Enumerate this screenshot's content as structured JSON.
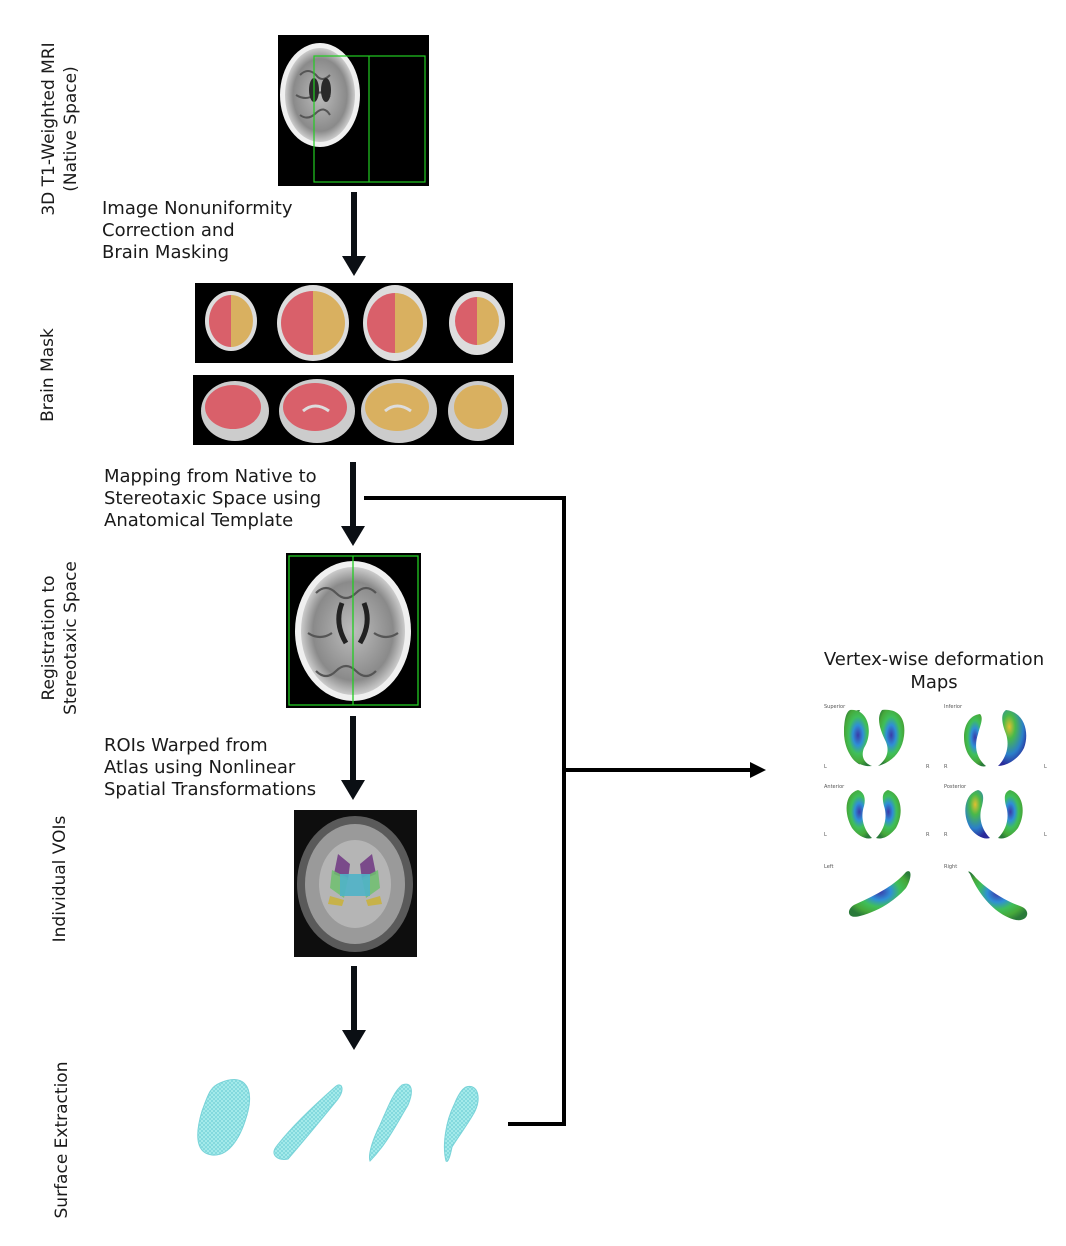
{
  "side_labels": {
    "mri": [
      "3D T1-Weighted MRI",
      "(Native Space)"
    ],
    "brain_mask": "Brain Mask",
    "registration": [
      "Registration to",
      "Stereotaxic Space"
    ],
    "vois": "Individual VOIs",
    "surface": "Surface Extraction"
  },
  "step_labels": {
    "nonuniformity": [
      "Image Nonuniformity",
      "Correction and",
      "Brain Masking"
    ],
    "mapping": [
      "Mapping from Native to",
      "Stereotaxic Space using",
      "Anatomical Template"
    ],
    "rois": [
      "ROIs Warped from",
      "Atlas using Nonlinear",
      "Spatial Transformations"
    ]
  },
  "deformation": {
    "title": [
      "Vertex-wise deformation",
      "Maps"
    ],
    "views": [
      {
        "name": "Superior",
        "left": "L",
        "right": "R"
      },
      {
        "name": "Inferior",
        "left": "R",
        "right": "L"
      },
      {
        "name": "Anterior",
        "left": "L",
        "right": "R"
      },
      {
        "name": "Posterior",
        "left": "R",
        "right": "L"
      },
      {
        "name": "Left"
      },
      {
        "name": "Right"
      }
    ]
  },
  "colors": {
    "arrow": "#0b0f14",
    "mask_left": "#d9606a",
    "mask_right": "#d9b060",
    "registration_box": "#22cc22",
    "surface": "#8ee6e6"
  }
}
